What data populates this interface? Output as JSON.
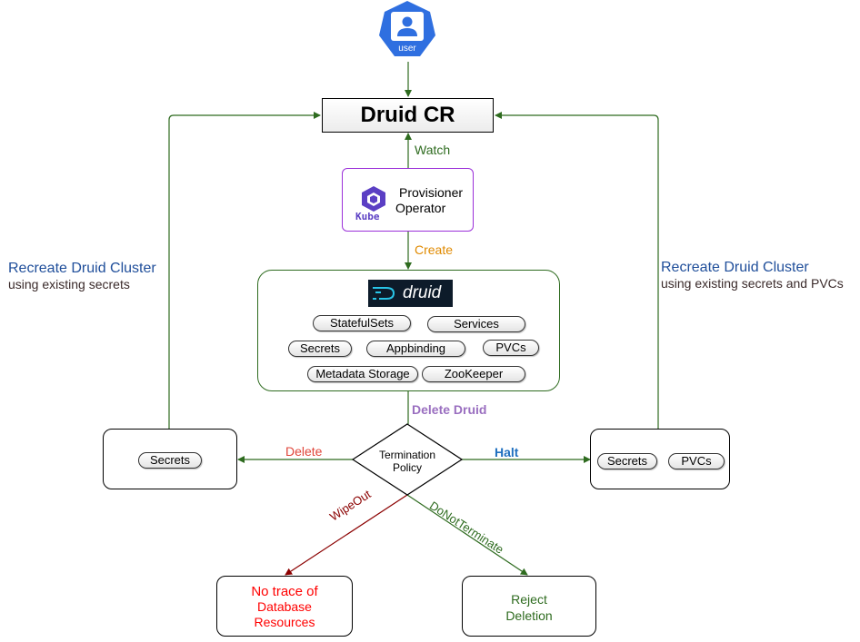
{
  "user": {
    "label": "user"
  },
  "druid_cr": {
    "title": "Druid CR"
  },
  "operator": {
    "line1": "Provisioner",
    "line2": "Operator",
    "logo_text": "Kube"
  },
  "druid_logo": {
    "text": "druid"
  },
  "resources": {
    "statefulsets": "StatefulSets",
    "services": "Services",
    "secrets": "Secrets",
    "appbinding": "Appbinding",
    "pvcs": "PVCs",
    "metadata_storage": "Metadata Storage",
    "zookeeper": "ZooKeeper"
  },
  "edges": {
    "watch": "Watch",
    "create": "Create",
    "delete_druid": "Delete Druid",
    "delete": "Delete",
    "halt": "Halt",
    "wipeout": "WipeOut",
    "donotterminate": "DoNotTerminate"
  },
  "policy": {
    "line1": "Termination",
    "line2": "Policy"
  },
  "left_box": {
    "secrets": "Secrets"
  },
  "right_box": {
    "secrets": "Secrets",
    "pvcs": "PVCs"
  },
  "left_note": {
    "title": "Recreate Druid Cluster",
    "subtitle": "using existing secrets"
  },
  "right_note": {
    "title": "Recreate Druid Cluster",
    "subtitle": "using existing secrets and PVCs"
  },
  "no_trace": {
    "line1": "No trace of",
    "line2": "Database",
    "line3": "Resources"
  },
  "reject": {
    "line1": "Reject",
    "line2": "Deletion"
  },
  "colors": {
    "arrow_green": "#2e6b1f",
    "arrow_red": "#8b0000",
    "delete_red": "#e0453a",
    "halt_blue": "#1f6fbf",
    "create_orange": "#e08a00",
    "delete_druid_purple": "#9a6fc0",
    "note_blue": "#1f4e9a",
    "user_blue": "#2f6fe0",
    "kube_purple": "#5b3fc4"
  }
}
